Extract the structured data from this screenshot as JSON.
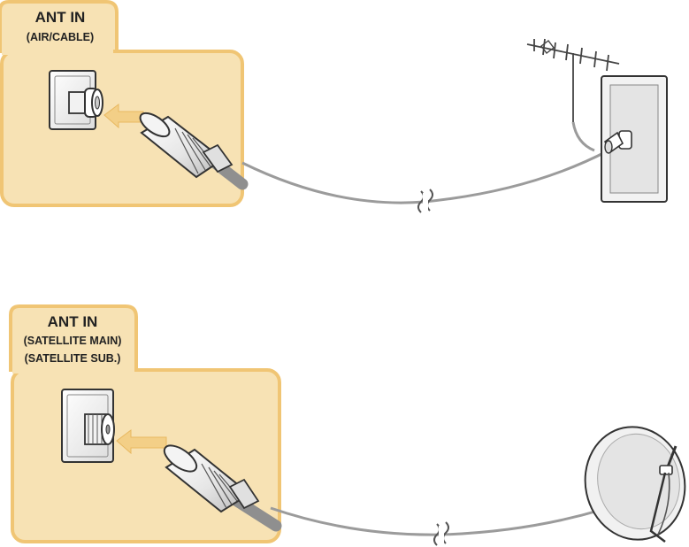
{
  "panels": [
    {
      "title": "ANT IN",
      "lines": [
        "(AIR/CABLE)"
      ]
    },
    {
      "title": "ANT IN",
      "lines": [
        "(SATELLITE MAIN)",
        "(SATELLITE SUB.)"
      ]
    }
  ],
  "colors": {
    "panel_fill": "#f7e2b4",
    "panel_border": "#f0c574",
    "cable": "#9b9b9b",
    "arrow": "#f3cf87",
    "outline": "#333333"
  },
  "icons": [
    "terrestrial-antenna-icon",
    "wall-outlet-icon",
    "satellite-dish-icon",
    "coax-plug-icon"
  ]
}
